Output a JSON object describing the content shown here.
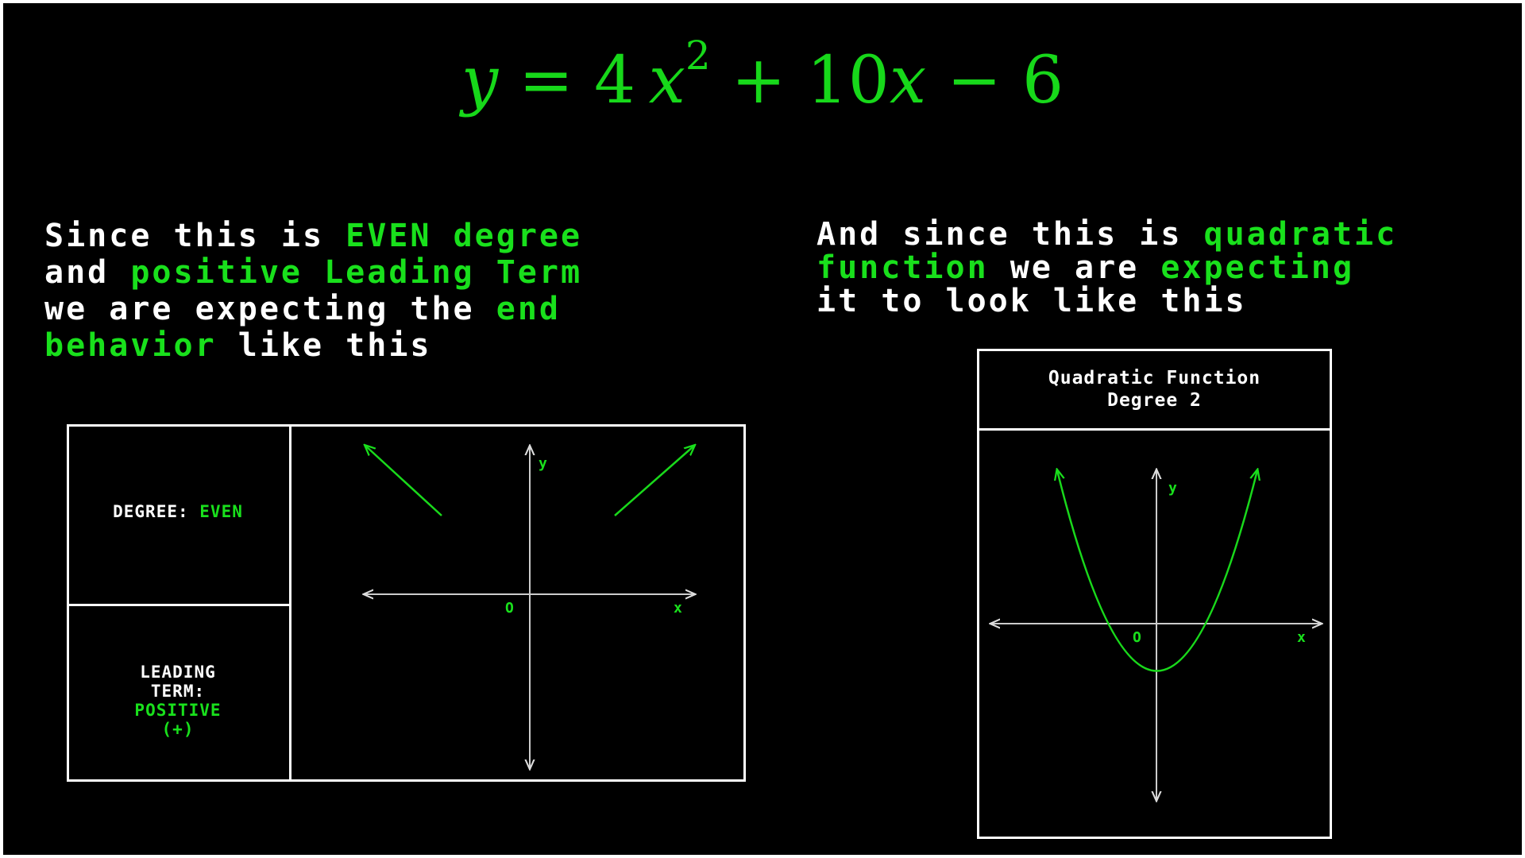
{
  "equation": {
    "y": "y",
    "eq": "=",
    "coef": "4",
    "x": "x",
    "exp": "2",
    "mid": "+ 10",
    "x2": "x",
    "tail": "− 6"
  },
  "left_text": {
    "l1a": "Since this is ",
    "l1b": "EVEN degree",
    "l2a": "and ",
    "l2b": "positive Leading Term",
    "l3a": "we are expecting the ",
    "l3b": "end",
    "l4a": "behavior",
    "l4b": " like this"
  },
  "right_text": {
    "l1a": "And since this is ",
    "l1b": "quadratic",
    "l2a": "function",
    "l2b": " we are ",
    "l2c": "expecting",
    "l3": "it to look like this"
  },
  "end_behavior_table": {
    "degree_label": "DEGREE: ",
    "degree_value": "EVEN",
    "leading_label": "LEADING TERM:",
    "leading_value": "POSITIVE (+)",
    "axis_y": "y",
    "axis_x": "x",
    "origin": "O"
  },
  "quadratic_card": {
    "title_line1": "Quadratic Function",
    "title_line2": "Degree 2",
    "axis_y": "y",
    "axis_x": "x",
    "origin": "O"
  },
  "colors": {
    "accent_green": "#19e01c",
    "text_white": "#ffffff",
    "background": "#000000"
  }
}
